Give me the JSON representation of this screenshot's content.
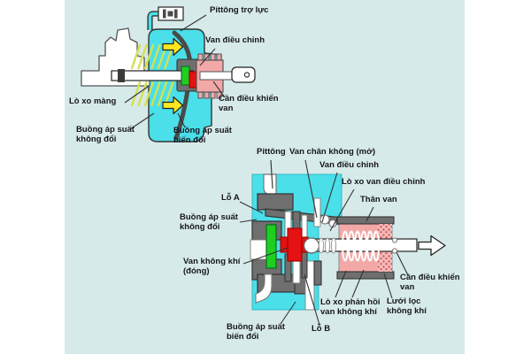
{
  "colors": {
    "page-bg": "#ffffff",
    "band-bg": "#d7eaea",
    "chamber-cyan": "#4adfe9",
    "housing-gray": "#6f6f6f",
    "valve-pink": "#f3a8a8",
    "valve-red": "#e41212",
    "reaction-green": "#1fcf1f",
    "arrow-yellow": "#ffe71f",
    "spring-yellowgreen": "#d5e14e",
    "line": "#333333",
    "text": "#16161e"
  },
  "booster_overview": {
    "labels": {
      "piston": "Pittông trợ lực",
      "control_valve": "Van điều chỉnh",
      "diaphragm_spring": "Lò xo màng",
      "valve_control_rod": "Cần điều khiển\nvan",
      "constant_pressure_chamber": "Buồng áp suất\nkhông đổi",
      "variable_pressure_chamber": "Buồng áp suất\nbiến đổi"
    }
  },
  "valve_detail": {
    "labels": {
      "piston": "Pittông",
      "vacuum_valve_open": "Van chân không (mở)",
      "control_valve": "Van điều chỉnh",
      "control_valve_spring": "Lò xo van điều chỉnh",
      "valve_body": "Thân van",
      "port_a": "Lỗ A",
      "constant_pressure_chamber": "Buồng áp suất\nkhông đổi",
      "air_valve_closed": "Van không khí\n(đóng)",
      "variable_pressure_chamber": "Buồng áp suất\nbiến đổi",
      "port_b": "Lỗ B",
      "air_valve_return_spring": "Lò xo phản hồi\nvan không khí",
      "air_filter": "Lưới lọc\nkhông khí",
      "valve_control_rod": "Cần điều khiển\nvan"
    }
  }
}
